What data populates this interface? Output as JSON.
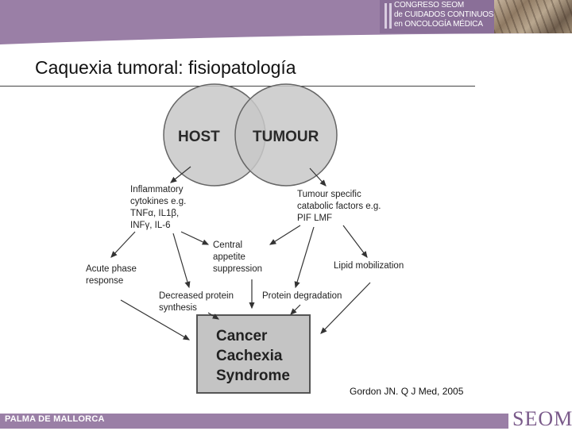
{
  "header": {
    "congress_lines": [
      "CONGRESO SEOM",
      "de CUIDADOS CONTINUOS",
      "en ONCOLOGÍA MÉDICA"
    ],
    "brand_color": "#9a7fa6"
  },
  "slide": {
    "title": "Caquexia tumoral: fisiopatología",
    "citation": "Gordon JN. Q J Med, 2005"
  },
  "diagram": {
    "venn": {
      "left": "HOST",
      "right": "TUMOUR"
    },
    "inflammatory": [
      "Inflammatory",
      "cytokines e.g.",
      "TNFα, IL1β,",
      "INFγ, IL-6"
    ],
    "tumour_factors": [
      "Tumour specific",
      "catabolic factors e.g.",
      "PIF LMF"
    ],
    "acute_phase": [
      "Acute phase",
      "response"
    ],
    "central_appetite": [
      "Central",
      "appetite",
      "suppression"
    ],
    "lipid": "Lipid mobilization",
    "decreased_protein": [
      "Decreased protein",
      "synthesis"
    ],
    "protein_degradation": "Protein degradation",
    "outcome": [
      "Cancer",
      "Cachexia",
      "Syndrome"
    ]
  },
  "footer": {
    "location": "PALMA DE MALLORCA",
    "logo": "SEOM"
  }
}
